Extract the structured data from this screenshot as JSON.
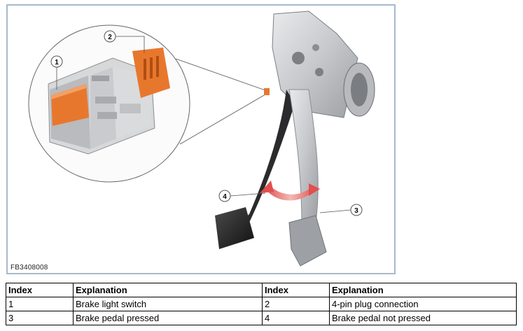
{
  "figure": {
    "code": "FB3408008",
    "callouts": [
      "1",
      "2",
      "3",
      "4"
    ]
  },
  "legend": {
    "headers": [
      "Index",
      "Explanation",
      "Index",
      "Explanation"
    ],
    "rows": [
      [
        "1",
        "Brake light switch",
        "2",
        "4-pin plug connection"
      ],
      [
        "3",
        "Brake pedal pressed",
        "4",
        "Brake pedal not pressed"
      ]
    ]
  },
  "colors": {
    "frame_border": "#a9b9cc",
    "switch_orange": "#e8772e",
    "arrow_red": "#e0504e"
  }
}
